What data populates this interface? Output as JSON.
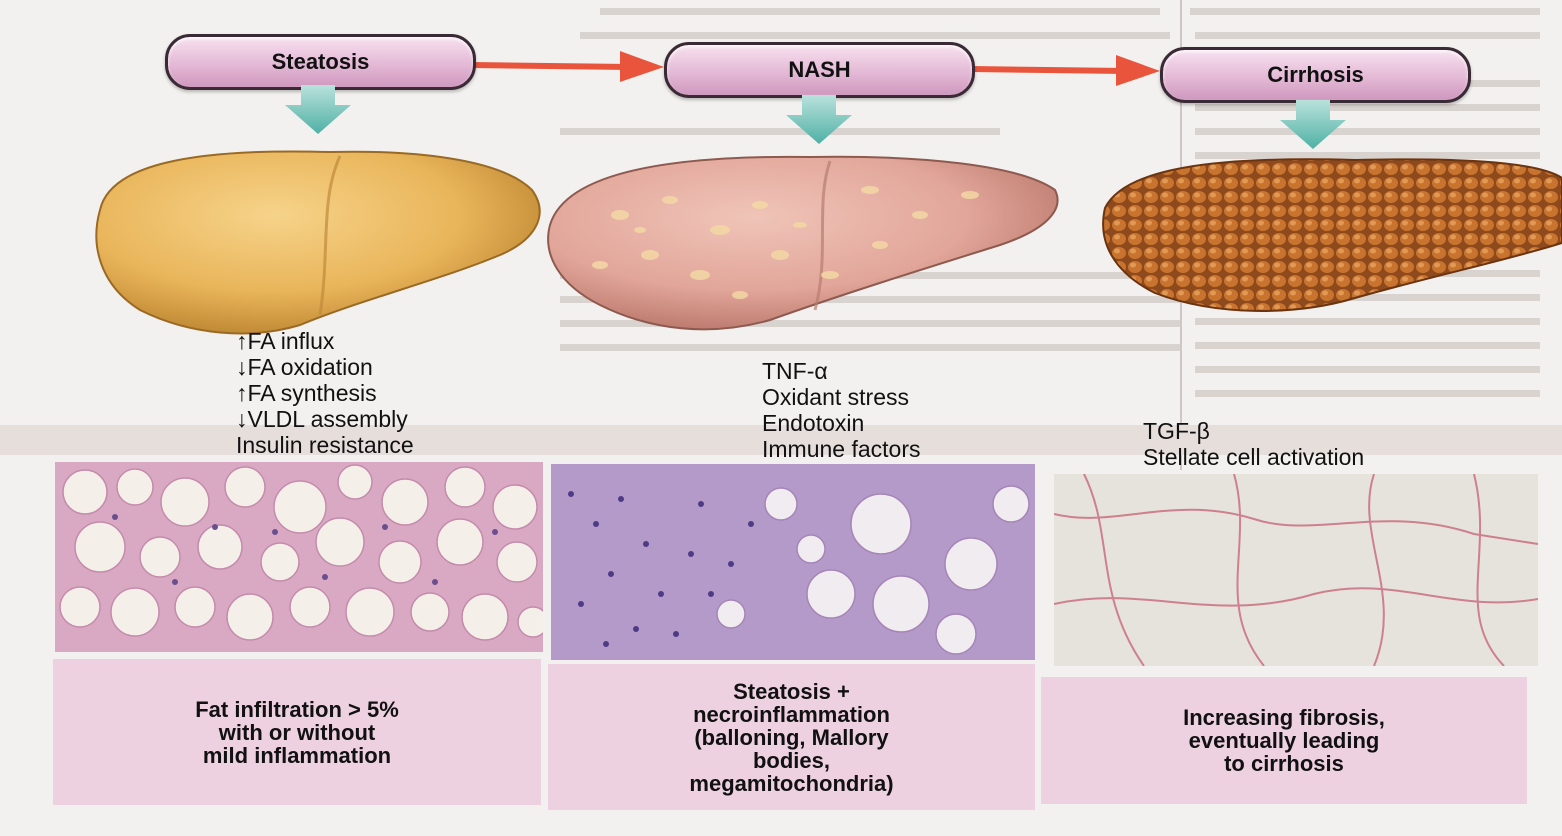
{
  "stages": [
    {
      "name": "Steatosis",
      "factors": [
        "↑FA influx",
        "↓FA oxidation",
        "↑FA synthesis",
        "↓VLDL assembly",
        "Insulin resistance"
      ],
      "caption": "Fat infiltration > 5%\nwith or without\nmild inflammation"
    },
    {
      "name": "NASH",
      "factors": [
        "TNF-α",
        "Oxidant stress",
        "Endotoxin",
        "Immune factors"
      ],
      "caption": "Steatosis +\nnecroinflammation\n(balloning, Mallory\nbodies,\nmegamitochondria)"
    },
    {
      "name": "Cirrhosis",
      "factors": [
        "TGF-β",
        "Stellate cell activation"
      ],
      "caption": "Increasing fibrosis,\neventually leading\nto cirrhosis"
    }
  ],
  "colors": {
    "pill": "#e4b9d6",
    "flow_arrow": "#e8553c",
    "down_arrow": "#6fbfb6",
    "liver_fatty": "#e9b55a",
    "liver_nash": "#e2a69a",
    "liver_cirrhotic": "#b8642a",
    "caption_bg": "#eed1e0"
  }
}
